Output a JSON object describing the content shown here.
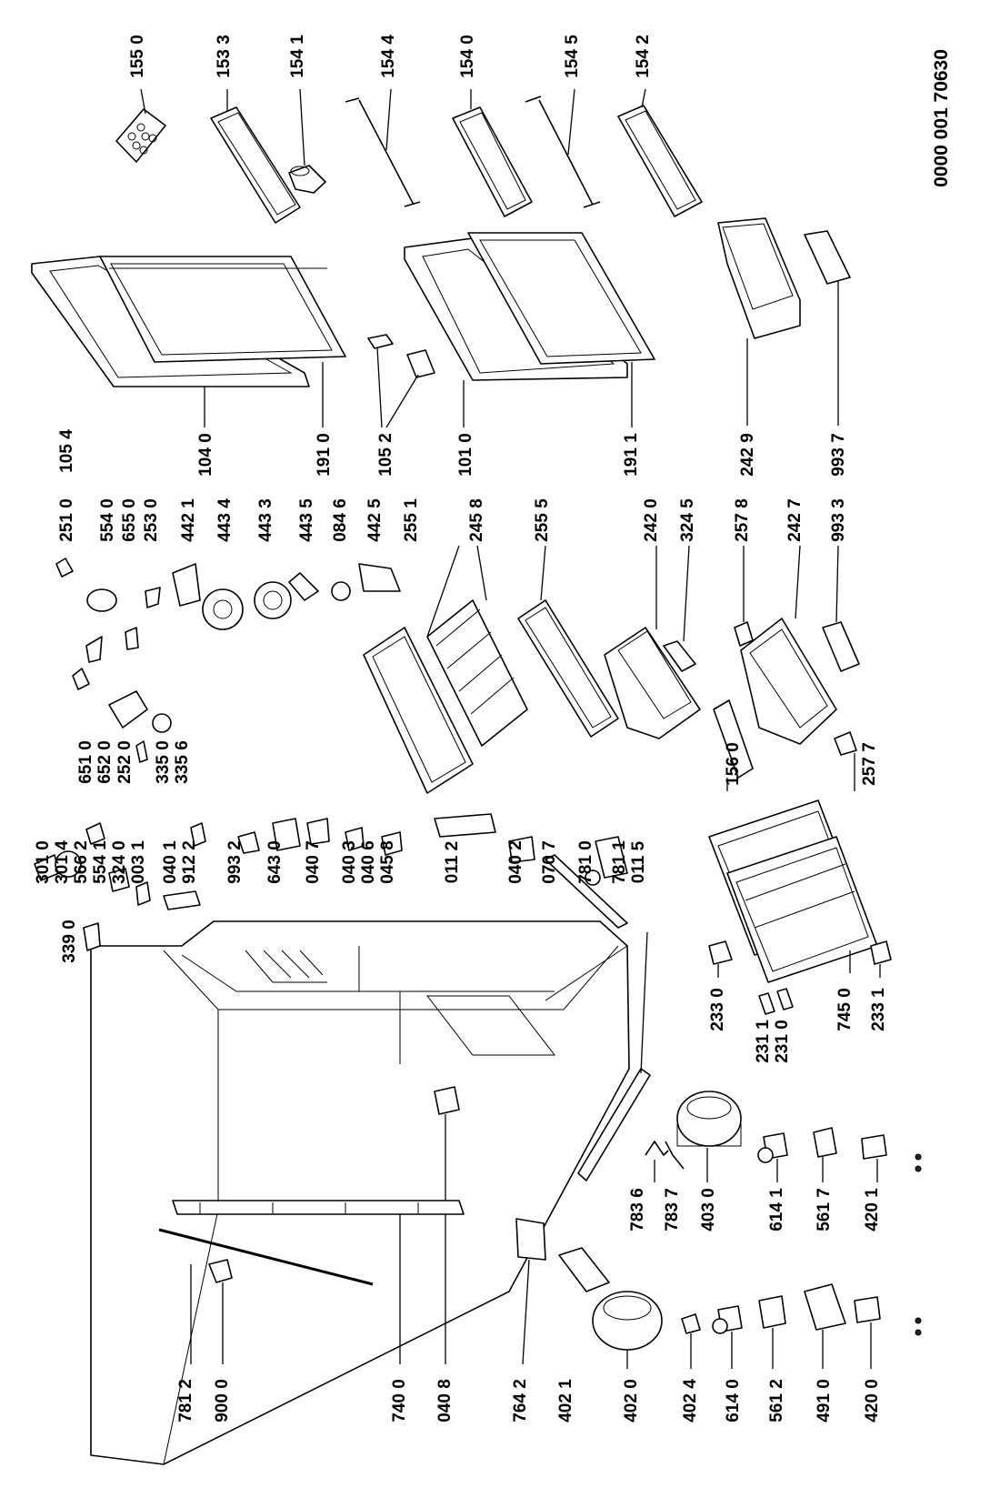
{
  "document_number": "0000 001 70630",
  "part_labels": {
    "p1550": "155 0",
    "p1533": "153 3",
    "p1541": "154 1",
    "p1544": "154 4",
    "p1540": "154 0",
    "p1545": "154 5",
    "p1542": "154 2",
    "p2510": "251 0",
    "p1054": "105 4",
    "p5540": "554 0",
    "p6550": "655 0",
    "p2530": "253 0",
    "p4421": "442 1",
    "p4434": "443 4",
    "p4433": "443 3",
    "p4435": "443 5",
    "p0846": "084 6",
    "p4425": "442 5",
    "p2551": "255 1",
    "p2458": "245 8",
    "p2555": "255 5",
    "p2420": "242 0",
    "p3245": "324 5",
    "p2578": "257 8",
    "p2427": "242 7",
    "p9933": "993 3",
    "p1040": "104 0",
    "p1910": "191 0",
    "p1052": "105 2",
    "p1010": "101 0",
    "p1911": "191 1",
    "p2429": "242 9",
    "p9937": "993 7",
    "p6510": "651 0",
    "p6520": "652 0",
    "p2520": "252 0",
    "p3350": "335 0",
    "p3356": "335 6",
    "p1560": "156 0",
    "p2577": "257 7",
    "p3010": "301 0",
    "p3014": "301 4",
    "p5662": "566 2",
    "p5541": "554 1",
    "p3240": "324 0",
    "p0031": "003 1",
    "p0401": "040 1",
    "p9122": "912 2",
    "p9932": "993 2",
    "p6430": "643 0",
    "p0407": "040 7",
    "p0403": "040 3",
    "p0406": "040 6",
    "p0458": "045 8",
    "p0112": "011 2",
    "p0402": "040 2",
    "p0707": "070 7",
    "p7810": "781 0",
    "p7811": "781 1",
    "p0115": "011 5",
    "p3390": "339 0",
    "p2330": "233 0",
    "p2311": "231 1",
    "p2310": "231 0",
    "p7450": "745 0",
    "p2331": "233 1",
    "p7836": "783 6",
    "p7837": "783 7",
    "p4030": "403 0",
    "p6141": "614 1",
    "p5617": "561 7",
    "p4201": "420 1",
    "p7812": "781 2",
    "p9000": "900 0",
    "p7400": "740 0",
    "p0408": "040 8",
    "p7642": "764 2",
    "p4021": "402 1",
    "p4020": "402 0",
    "p4024": "402 4",
    "p6140": "614 0",
    "p5612": "561 2",
    "p4910": "491 0",
    "p4200": "420 0"
  }
}
